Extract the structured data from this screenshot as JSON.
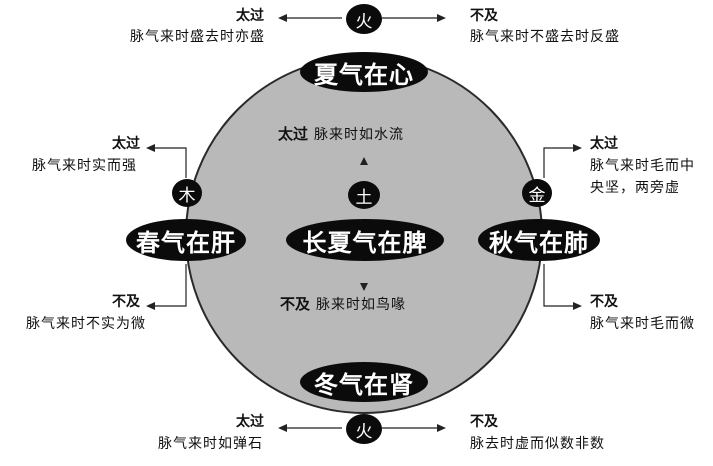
{
  "center": {
    "element": "土",
    "season": "长夏气在脾",
    "excess": {
      "label": "太过",
      "pulse": "脉来时如水流"
    },
    "deficient": {
      "label": "不及",
      "pulse": "脉来时如鸟喙"
    }
  },
  "top": {
    "element": "火",
    "season": "夏气在心",
    "excess": {
      "label": "太过",
      "pulse": "脉气来时盛去时亦盛"
    },
    "deficient": {
      "label": "不及",
      "pulse": "脉气来时不盛去时反盛"
    }
  },
  "left": {
    "element": "木",
    "season": "春气在肝",
    "excess": {
      "label": "太过",
      "pulse": "脉气来时实而强"
    },
    "deficient": {
      "label": "不及",
      "pulse": "脉气来时不实为微"
    }
  },
  "right": {
    "element": "金",
    "season": "秋气在肺",
    "excess": {
      "label": "太过",
      "pulse_line1": "脉气来时毛而中",
      "pulse_line2": "央坚，两旁虚"
    },
    "deficient": {
      "label": "不及",
      "pulse": "脉气来时毛而微"
    }
  },
  "bottom": {
    "element": "火",
    "season": "冬气在肾",
    "excess": {
      "label": "太过",
      "pulse": "脉气来时如弹石"
    },
    "deficient": {
      "label": "不及",
      "pulse": "脉去时虚而似数非数"
    }
  },
  "colors": {
    "circle_fill": "#b9b9b9",
    "label_fill": "#0b0b0b",
    "label_text": "#ffffff",
    "line": "#222222"
  }
}
